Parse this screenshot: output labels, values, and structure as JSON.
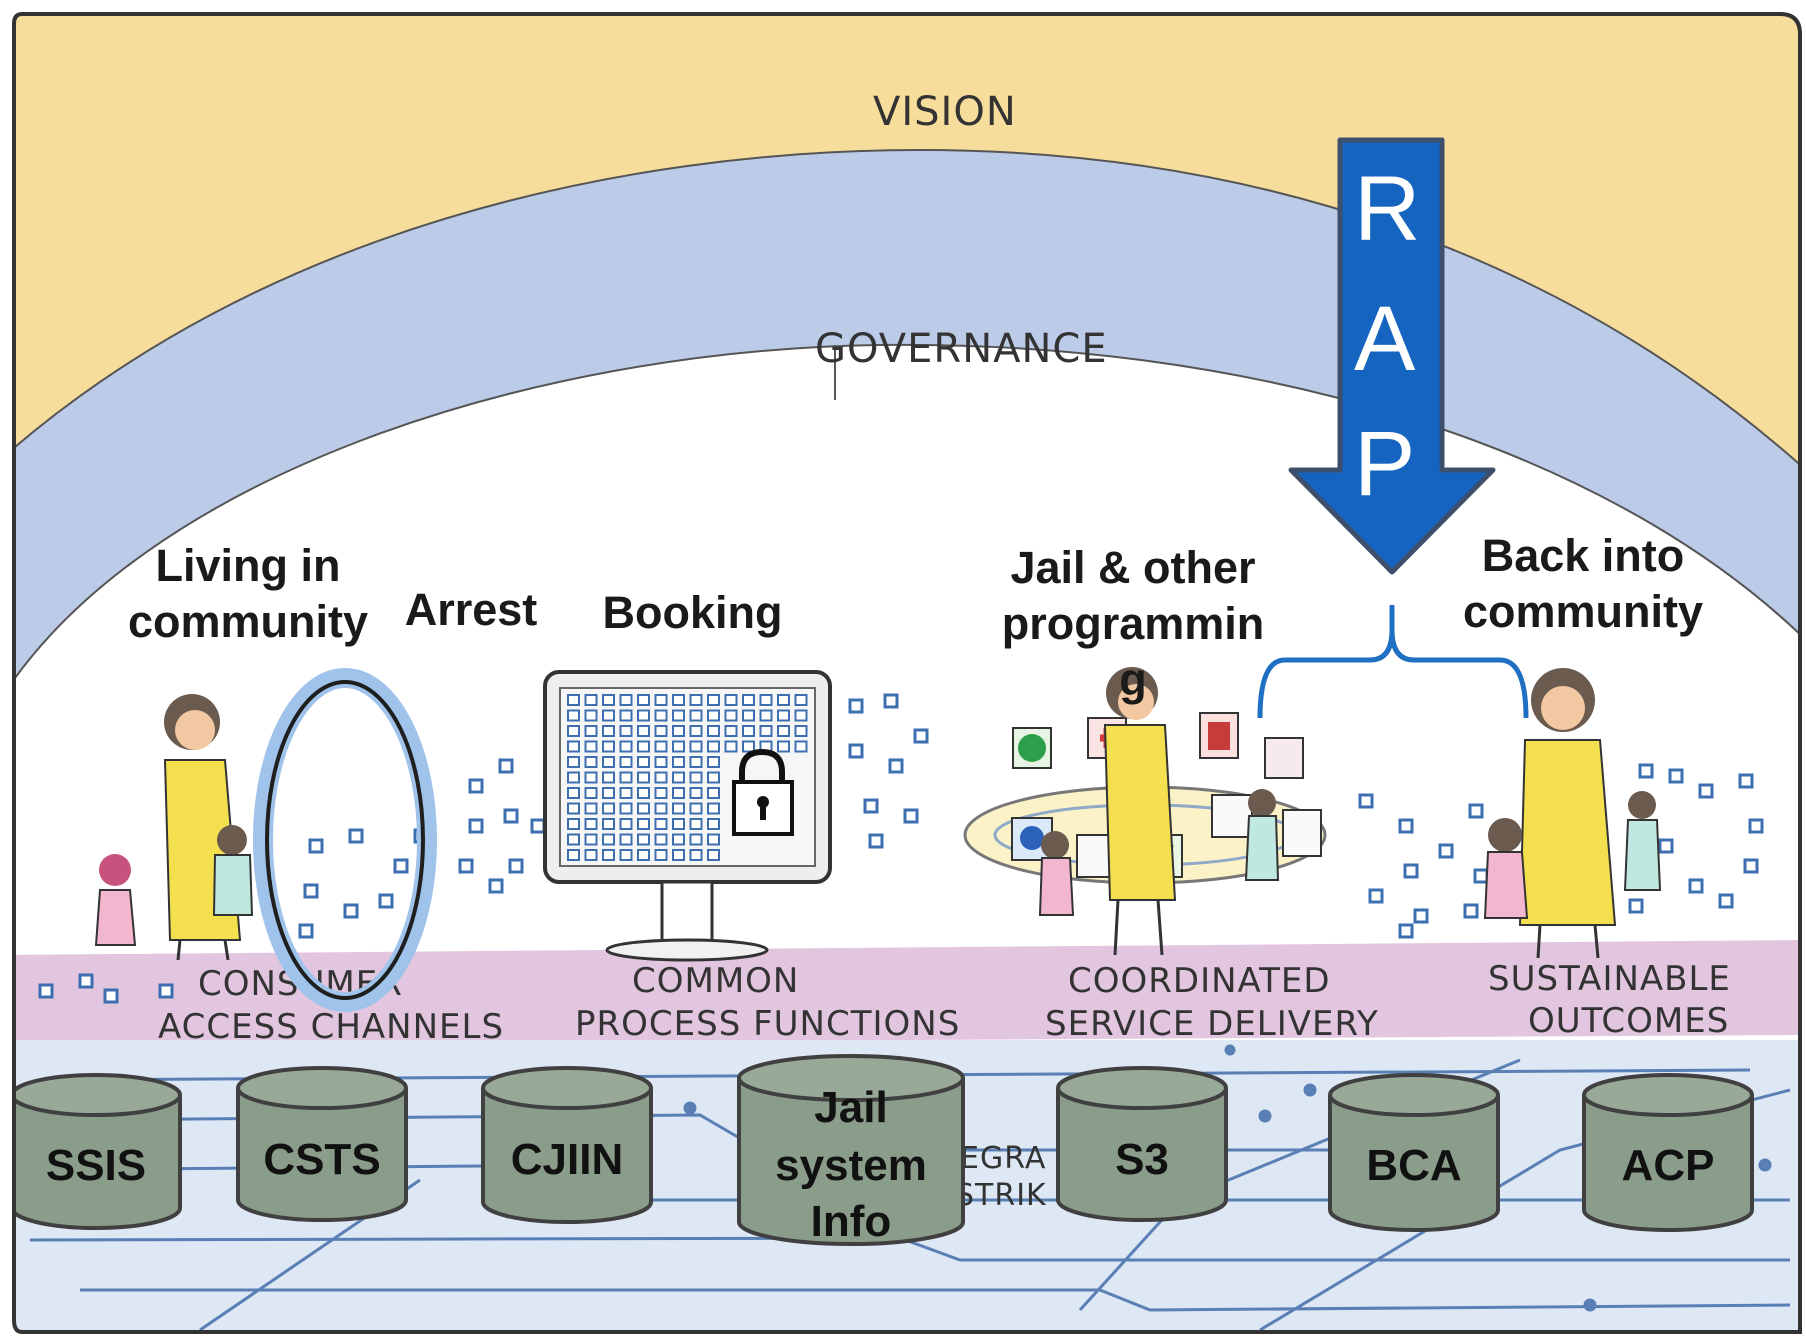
{
  "bands": {
    "vision": "VISION",
    "governance": "GOVERNANCE",
    "integration": "EGRA",
    "infrastructure": "STRIK"
  },
  "stages": [
    {
      "lines": [
        "Living in",
        "community"
      ]
    },
    {
      "lines": [
        "Arrest"
      ]
    },
    {
      "lines": [
        "Booking"
      ]
    },
    {
      "lines": [
        "Jail & other",
        "programmin",
        "g"
      ]
    },
    {
      "lines": [
        "Back into",
        "community"
      ]
    }
  ],
  "functions": [
    {
      "lines": [
        "CONSUMER",
        "ACCESS CHANNELS"
      ]
    },
    {
      "lines": [
        "COMMON",
        "PROCESS FUNCTIONS"
      ]
    },
    {
      "lines": [
        "COORDINATED",
        "SERVICE DELIVERY"
      ]
    },
    {
      "lines": [
        "SUSTAINABLE",
        "OUTCOMES"
      ]
    }
  ],
  "rap": {
    "letters": [
      "R",
      "A",
      "P"
    ]
  },
  "databases": [
    {
      "lines": [
        "SSIS"
      ]
    },
    {
      "lines": [
        "CSTS"
      ]
    },
    {
      "lines": [
        "CJIIN"
      ]
    },
    {
      "lines": [
        "Jail",
        "system",
        "Info"
      ]
    },
    {
      "lines": [
        "S3"
      ]
    },
    {
      "lines": [
        "BCA"
      ]
    },
    {
      "lines": [
        "ACP"
      ]
    }
  ],
  "colors": {
    "vision_band": "#f7dd9b",
    "governance_band": "#bccbe8",
    "function_band": "#e2c6df",
    "integration_band": "#dde8f4",
    "rap_arrow": "#1565c0",
    "database_fill": "#8a9c8a",
    "bracket": "#1f6fc2",
    "data_squares": "#3d6fb0"
  }
}
